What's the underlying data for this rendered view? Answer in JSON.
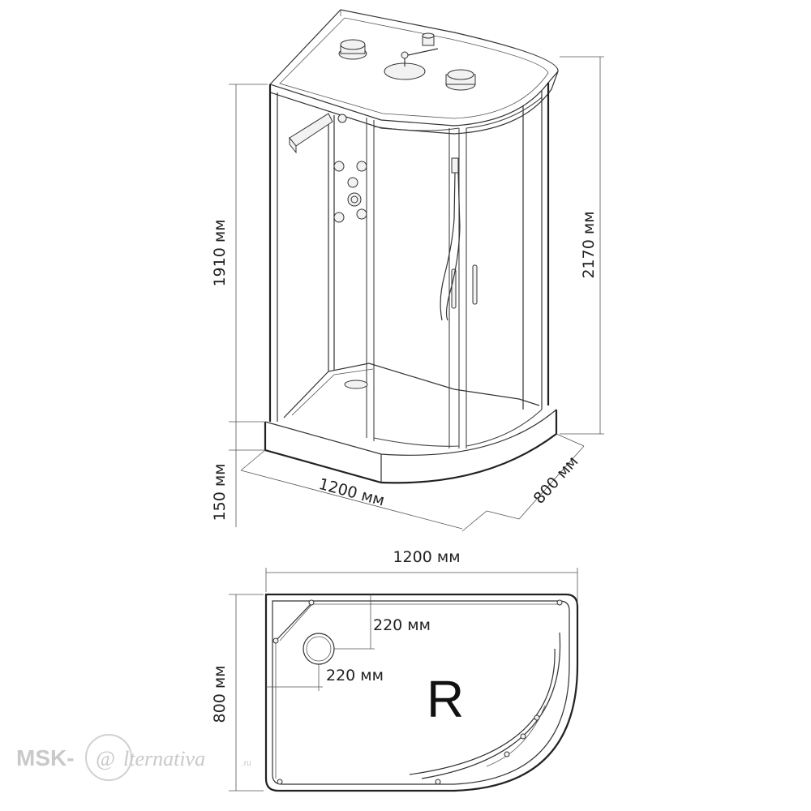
{
  "diagram": {
    "elevation": {
      "height_total": "2170 мм",
      "height_cabin": "1910 мм",
      "height_tray": "150 мм",
      "width": "1200 мм",
      "depth": "800 мм"
    },
    "plan": {
      "width": "1200 мм",
      "depth": "800 мм",
      "drain_offset_y": "220 мм",
      "drain_offset_x": "220 мм",
      "orientation_letter": "R"
    }
  },
  "watermark": {
    "brand_left": "MSK-",
    "brand_at": "@",
    "brand_right": "lternativa",
    "brand_tld": ".ru"
  }
}
